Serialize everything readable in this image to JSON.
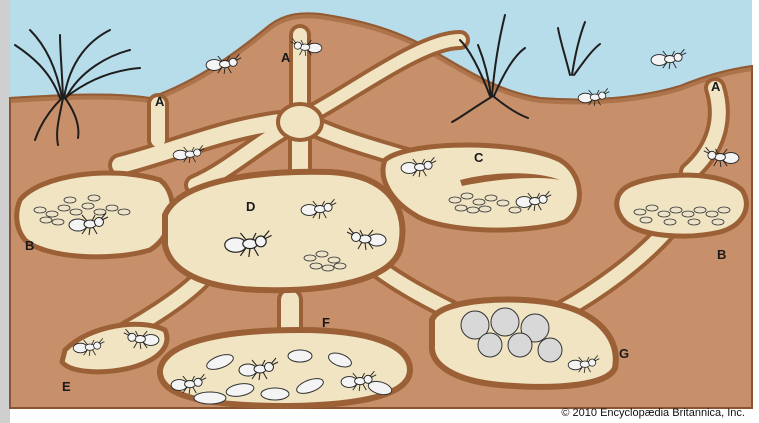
{
  "labels": {
    "a1": "A",
    "a2": "A",
    "a3": "A",
    "b1": "B",
    "b2": "B",
    "c": "C",
    "d": "D",
    "e": "E",
    "f": "F",
    "g": "G"
  },
  "copyright": "© 2010 Encyclopædia Britannica, Inc.",
  "colors": {
    "sky": "#b7dcea",
    "soil": "#c8906a",
    "soil_dark": "#9b6036",
    "tunnel": "#f0e4c3",
    "outline": "#2b2b2b",
    "ant": "#f4f4f4",
    "grass": "#1e1e1e"
  }
}
